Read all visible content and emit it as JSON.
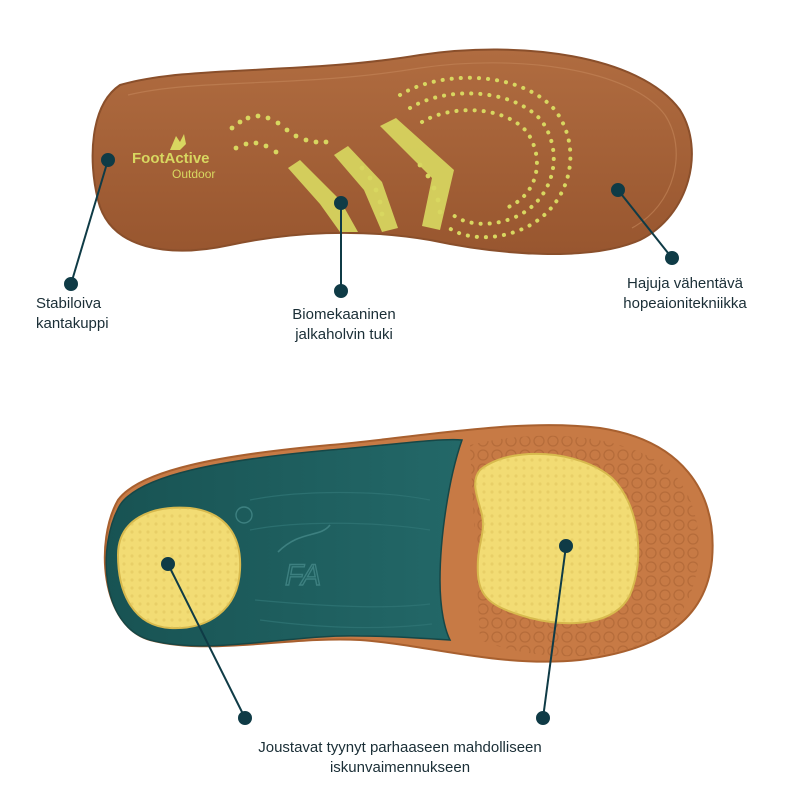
{
  "brand": {
    "name_part1": "Foot",
    "name_part2": "Active",
    "subline": "Outdoor",
    "bottom_mark": "FA"
  },
  "callouts": [
    {
      "id": "heel-cup",
      "lines": [
        "Stabiloiva",
        "kantakuppi"
      ]
    },
    {
      "id": "arch-support",
      "lines": [
        "Biomekaaninen",
        "jalkaholvin tuki"
      ]
    },
    {
      "id": "silver-ion",
      "lines": [
        "Hajuja vähentävä",
        "hopeaionitekniikka"
      ]
    },
    {
      "id": "cushions",
      "lines": [
        "Joustavat tyynyt parhaaseen mahdolliseen",
        "iskunvaimennukseen"
      ]
    }
  ],
  "colors": {
    "top_insole": "#a8643a",
    "top_insole_edge": "#8a4f2b",
    "print": "#d8d760",
    "bottom_base": "#c77a45",
    "bottom_green": "#1f5c5c",
    "pad": "#f2dc74",
    "line": "#0f3b46"
  }
}
